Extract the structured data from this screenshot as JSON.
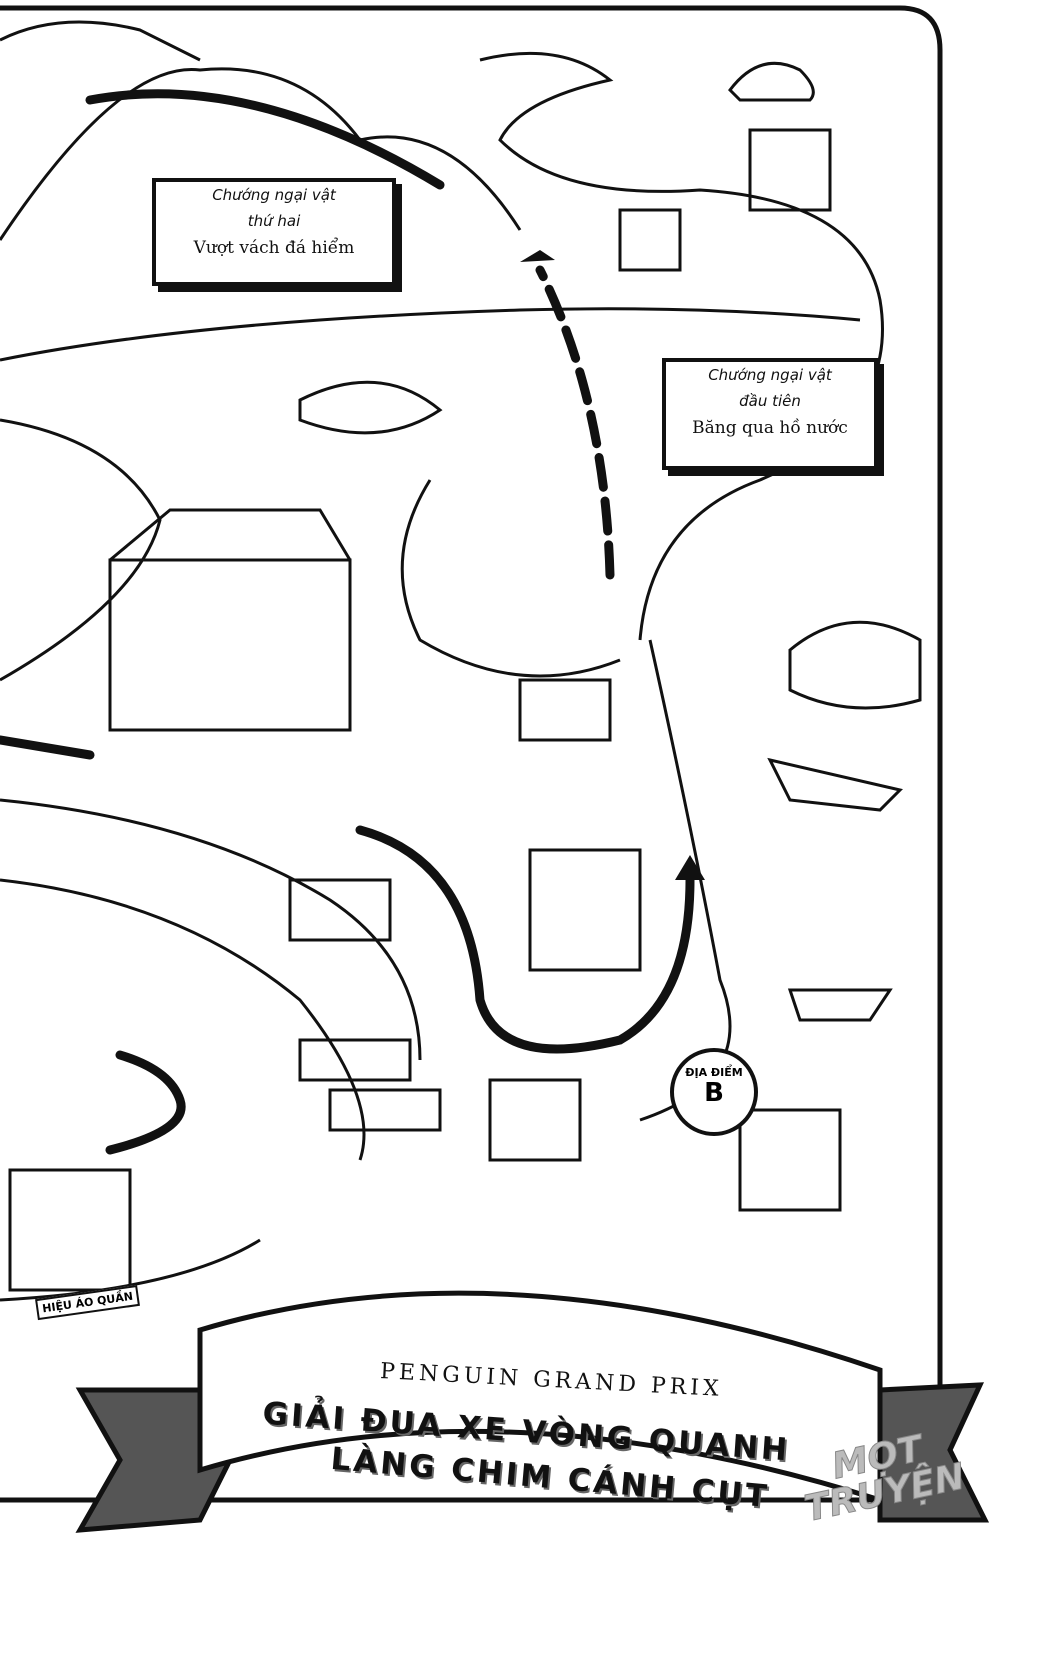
{
  "signs": {
    "second_obstacle": {
      "line1": "Chướng ngại vật",
      "line2": "thứ hai",
      "line3": "Vượt vách đá hiểm"
    },
    "first_obstacle": {
      "line1": "Chướng ngại vật",
      "line2": "đầu tiên",
      "line3": "Băng qua hồ nước"
    }
  },
  "location_b": {
    "label": "ĐỊA ĐIỂM",
    "letter": "B"
  },
  "shop_sign": "HIỆU ÁO QUẦN",
  "banner": {
    "subtitle": "PENGUIN GRAND PRIX",
    "title_line1": "GIẢI ĐUA XE VÒNG QUANH",
    "title_line2": "LÀNG CHIM CÁNH CỤT"
  },
  "watermark": {
    "line1": "MỌT",
    "line2": "TRUYỆN"
  }
}
